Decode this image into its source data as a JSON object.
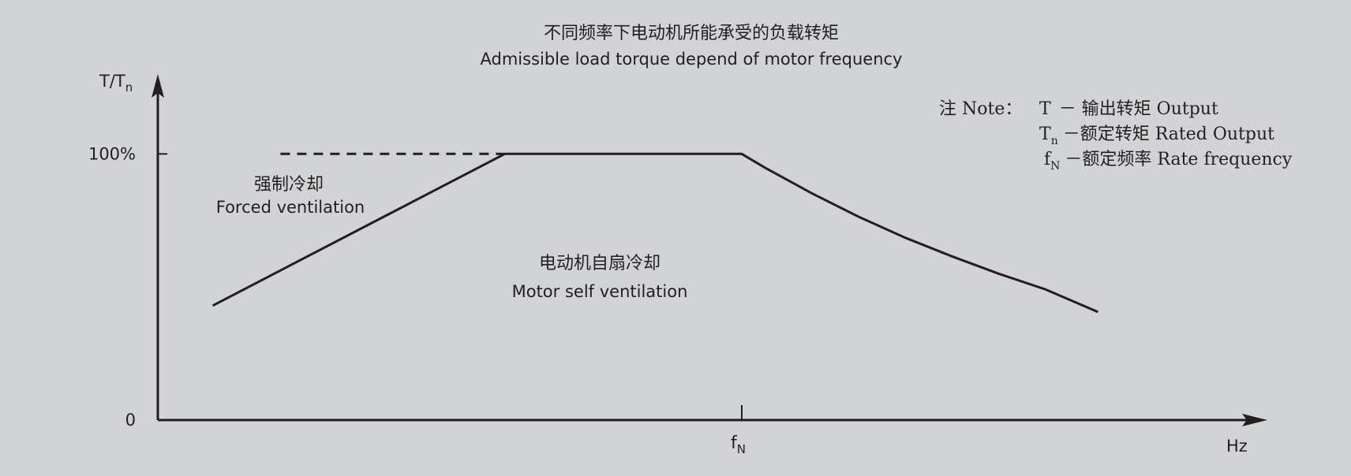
{
  "chart_data": {
    "type": "line",
    "title": "不同频率下电动机所能承受的负载转矩",
    "subtitle": "Admissible load torque depend of motor frequency",
    "ylabel_main": "T/T",
    "ylabel_sub": "n",
    "xlabel": "Hz",
    "x_ticks": [
      {
        "label_main": "f",
        "label_sub": "N",
        "value": 1.0
      }
    ],
    "y_ticks": [
      {
        "label": "0",
        "value": 0
      },
      {
        "label": "100%",
        "value": 100
      }
    ],
    "xlim": [
      0,
      1.9
    ],
    "ylim": [
      0,
      130
    ],
    "series": [
      {
        "style": "solid",
        "x": [
          0.094,
          0.594,
          1.0,
          1.04,
          1.12,
          1.2,
          1.28,
          1.36,
          1.44,
          1.52,
          1.61
        ],
        "y": [
          43,
          100,
          100,
          94.8,
          85.2,
          76.4,
          68.5,
          61.5,
          55.0,
          49.1,
          40.6
        ]
      },
      {
        "style": "dashed",
        "x": [
          0.21,
          0.594
        ],
        "y": [
          100,
          100
        ]
      }
    ],
    "annotations": [
      {
        "line1": "强制冷却",
        "line2": "Forced ventilation"
      },
      {
        "line1": "电动机自扇冷却",
        "line2": "Motor self ventilation"
      }
    ],
    "note": {
      "prefix": "注 Note：",
      "lines": [
        {
          "sym": "T",
          "sub": "",
          "text": "－ 输出转矩 Output"
        },
        {
          "sym": "T",
          "sub": "n",
          "text": "－额定转矩 Rated Output"
        },
        {
          "sym": "f",
          "sub": "N",
          "text": "－额定频率 Rate frequency"
        }
      ]
    }
  }
}
